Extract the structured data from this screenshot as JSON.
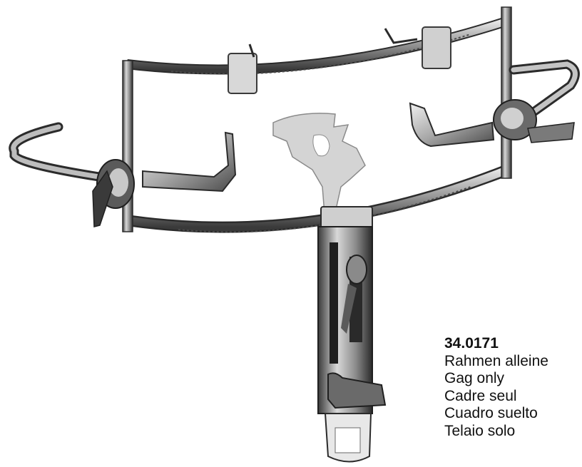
{
  "product": {
    "code": "34.0171",
    "descriptions": [
      "Rahmen alleine",
      "Gag only",
      "Cadre seul",
      "Cuadro suelto",
      "Telaio solo"
    ]
  },
  "colors": {
    "background": "#ffffff",
    "text": "#111111",
    "metal_dark": "#2b2b2b",
    "metal_mid": "#6e6e6e",
    "metal_light": "#c9c9c9",
    "tongue_blade": "#d4d4d4"
  }
}
